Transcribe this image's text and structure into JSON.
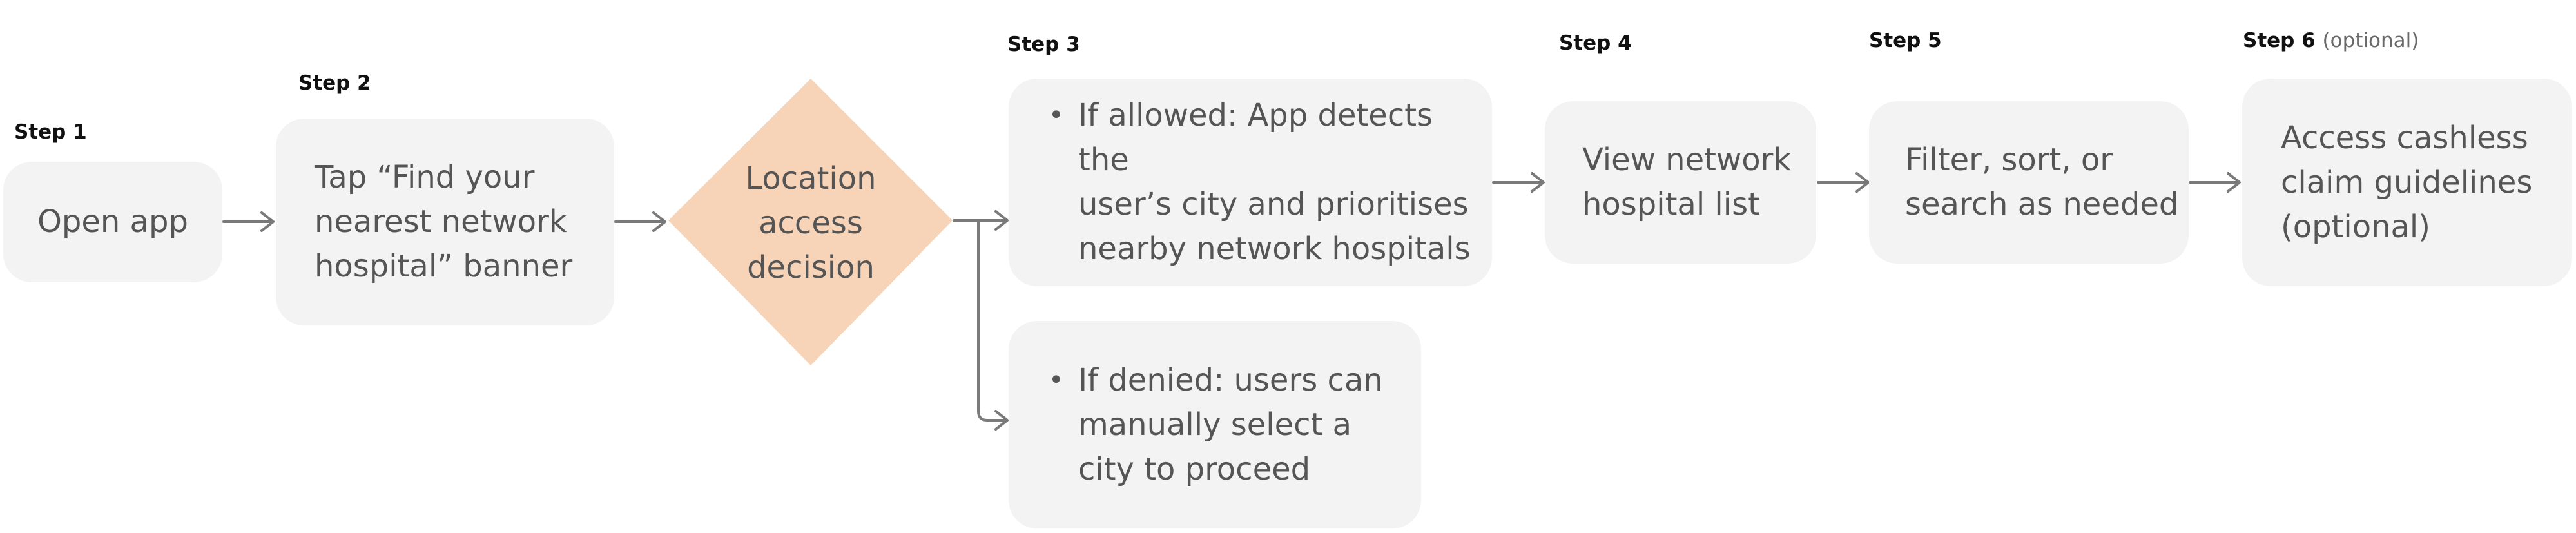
{
  "steps": [
    {
      "label": "Step 1",
      "text": "Open app"
    },
    {
      "label": "Step 2",
      "text": "Tap “Find your\nnearest network\nhospital” banner"
    },
    {
      "label": "",
      "text": "Location\naccess\ndecision"
    },
    {
      "label": "Step 3",
      "allowed_text": "If allowed: App detects the\nuser’s city and prioritises\nnearby network hospitals",
      "denied_text": "If denied: users can\nmanually select a\ncity to proceed"
    },
    {
      "label": "Step 4",
      "text": "View network\nhospital list"
    },
    {
      "label": "Step 5",
      "text": "Filter, sort, or\nsearch as needed"
    },
    {
      "label": "Step 6",
      "label_suffix": "(optional)",
      "text": "Access cashless\nclaim guidelines\n(optional)"
    }
  ],
  "colors": {
    "box_fill": "#f3f3f3",
    "diamond_fill": "#f7d4b8",
    "text": "#555555",
    "arrow": "#7a7a7a"
  }
}
